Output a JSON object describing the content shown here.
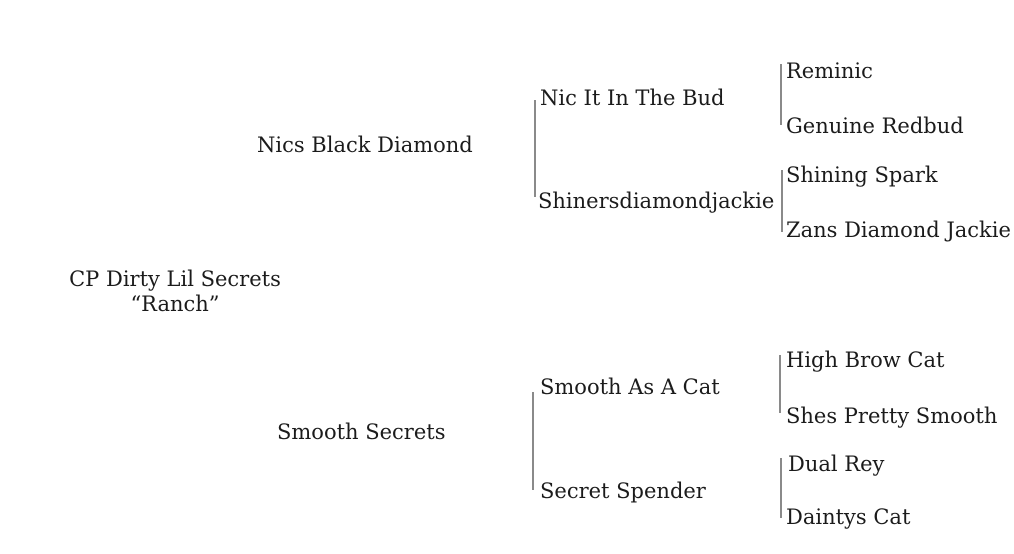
{
  "colors": {
    "text": "#1b1b1b",
    "line": "#8a8a8a",
    "background": "#ffffff"
  },
  "pedigree": {
    "subject": {
      "name": "CP Dirty Lil Secrets",
      "nickname": "“Ranch”"
    },
    "sire": {
      "name": "Nics Black Diamond",
      "sire": {
        "name": "Nic It In The Bud",
        "sire": {
          "name": "Reminic"
        },
        "dam": {
          "name": "Genuine Redbud"
        }
      },
      "dam": {
        "name": "Shinersdiamondjackie",
        "sire": {
          "name": "Shining Spark"
        },
        "dam": {
          "name": "Zans Diamond Jackie"
        }
      }
    },
    "dam": {
      "name": "Smooth Secrets",
      "sire": {
        "name": "Smooth As A Cat",
        "sire": {
          "name": "High Brow Cat"
        },
        "dam": {
          "name": "Shes Pretty Smooth"
        }
      },
      "dam": {
        "name": "Secret Spender",
        "sire": {
          "name": "Dual Rey"
        },
        "dam": {
          "name": "Daintys Cat"
        }
      }
    }
  }
}
